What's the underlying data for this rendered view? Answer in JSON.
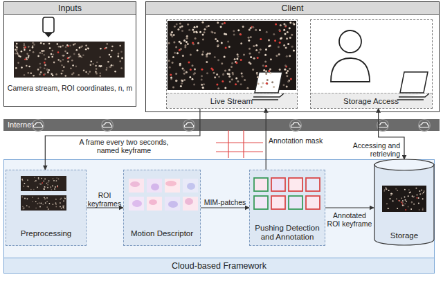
{
  "diagram": {
    "nodes": [
      {
        "text": [
          "Inputs",
          "Camera stream, ROI coordinates, n, m"
        ]
      },
      {
        "text": [
          "Client"
        ]
      },
      {
        "text": [
          "Live Stream"
        ],
        "in": 1
      },
      {
        "text": [
          "Storage Access"
        ],
        "in": 1
      },
      {
        "text": [
          "Internet"
        ]
      },
      {
        "text": [
          "Cloud-based Framework"
        ]
      },
      {
        "text": [
          "Preprocessing"
        ],
        "in": 5
      },
      {
        "text": [
          "Motion Descriptor"
        ],
        "in": 5
      },
      {
        "text": [
          "Pushing Detection and Annotation"
        ],
        "in": 5
      },
      {
        "text": [
          "Storage"
        ],
        "in": 5
      }
    ],
    "edges": [
      {
        "from": 2,
        "to": 6,
        "label": "A frame every two seconds, named keyframe",
        "arrow": "to"
      },
      {
        "from": 6,
        "to": 7,
        "label": "ROI keyframes",
        "arrow": "to"
      },
      {
        "from": 7,
        "to": 8,
        "label": "MIM-patches",
        "arrow": "to"
      },
      {
        "from": 8,
        "to": 9,
        "label": "Annotated ROI keyframe",
        "arrow": "to"
      },
      {
        "from": 8,
        "to": 2,
        "label": "Annotation mask",
        "arrow": "to"
      },
      {
        "from": 9,
        "to": 3,
        "label": "Accessing and retrieving",
        "arrow": "both"
      }
    ]
  }
}
